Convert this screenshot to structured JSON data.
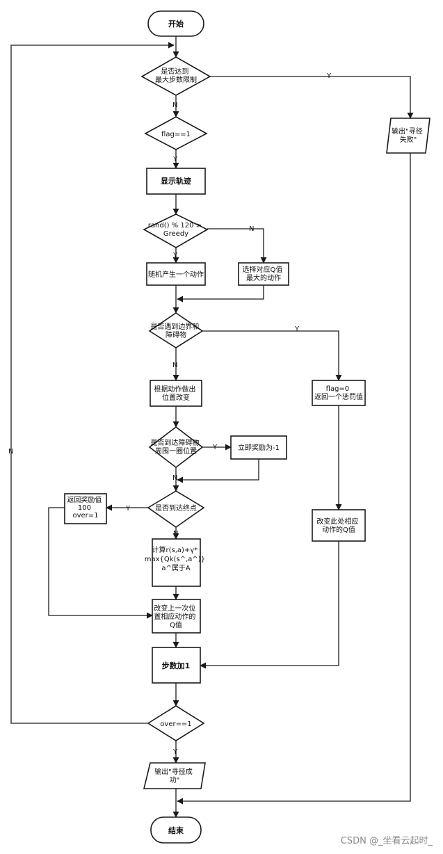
{
  "nodes": {
    "start": [
      "开始"
    ],
    "max_steps": [
      "是否达到",
      "最大步数限制"
    ],
    "flag_check": [
      "flag==1"
    ],
    "show_track": [
      "显示轨迹"
    ],
    "rand_check": [
      "rand() % 120 >",
      "Greedy"
    ],
    "random_action": [
      "随机产生一个动作"
    ],
    "select_max_q": [
      "选择对应Q值",
      "最大的动作"
    ],
    "boundary_check": [
      "是否遇到边界和",
      "障碍物"
    ],
    "change_position": [
      "根据动作做出",
      "位置改变"
    ],
    "near_obstacle": [
      "是否到达障碍物",
      "周围一圈位置"
    ],
    "reward_neg": [
      "立即奖励为-1"
    ],
    "goal_check": [
      "是否到达终点"
    ],
    "return_reward": [
      "返回奖励值",
      "100",
      "over=1"
    ],
    "compute_r": [
      "计算r(s,a)+γ*",
      "max{Qk(s^,a^)}",
      "a^属于A"
    ],
    "update_prev_q": [
      "改变上一次位",
      "置相应动作的",
      "Q值"
    ],
    "step_inc": [
      "步数加1"
    ],
    "over_check": [
      "over==1"
    ],
    "output_success": [
      "输出\"寻径成",
      "功\""
    ],
    "output_fail": [
      "输出\"寻径",
      "失败\""
    ],
    "flag_zero": [
      "flag=0",
      "返回一个惩罚值"
    ],
    "update_here_q": [
      "改变此处相应",
      "动作的Q值"
    ],
    "end": [
      "结束"
    ]
  },
  "edge_labels": {
    "max_steps_yes": "Y",
    "max_steps_no": "N",
    "flag_yes": "Y",
    "rand_yes": "Y",
    "rand_no": "N",
    "boundary_yes": "Y",
    "boundary_no": "N",
    "near_yes": "Y",
    "near_no": "N",
    "goal_yes": "Y",
    "goal_no": "N",
    "over_yes": "Y",
    "loop_no": "N"
  },
  "watermark": "CSDN @_坐看云起时_"
}
